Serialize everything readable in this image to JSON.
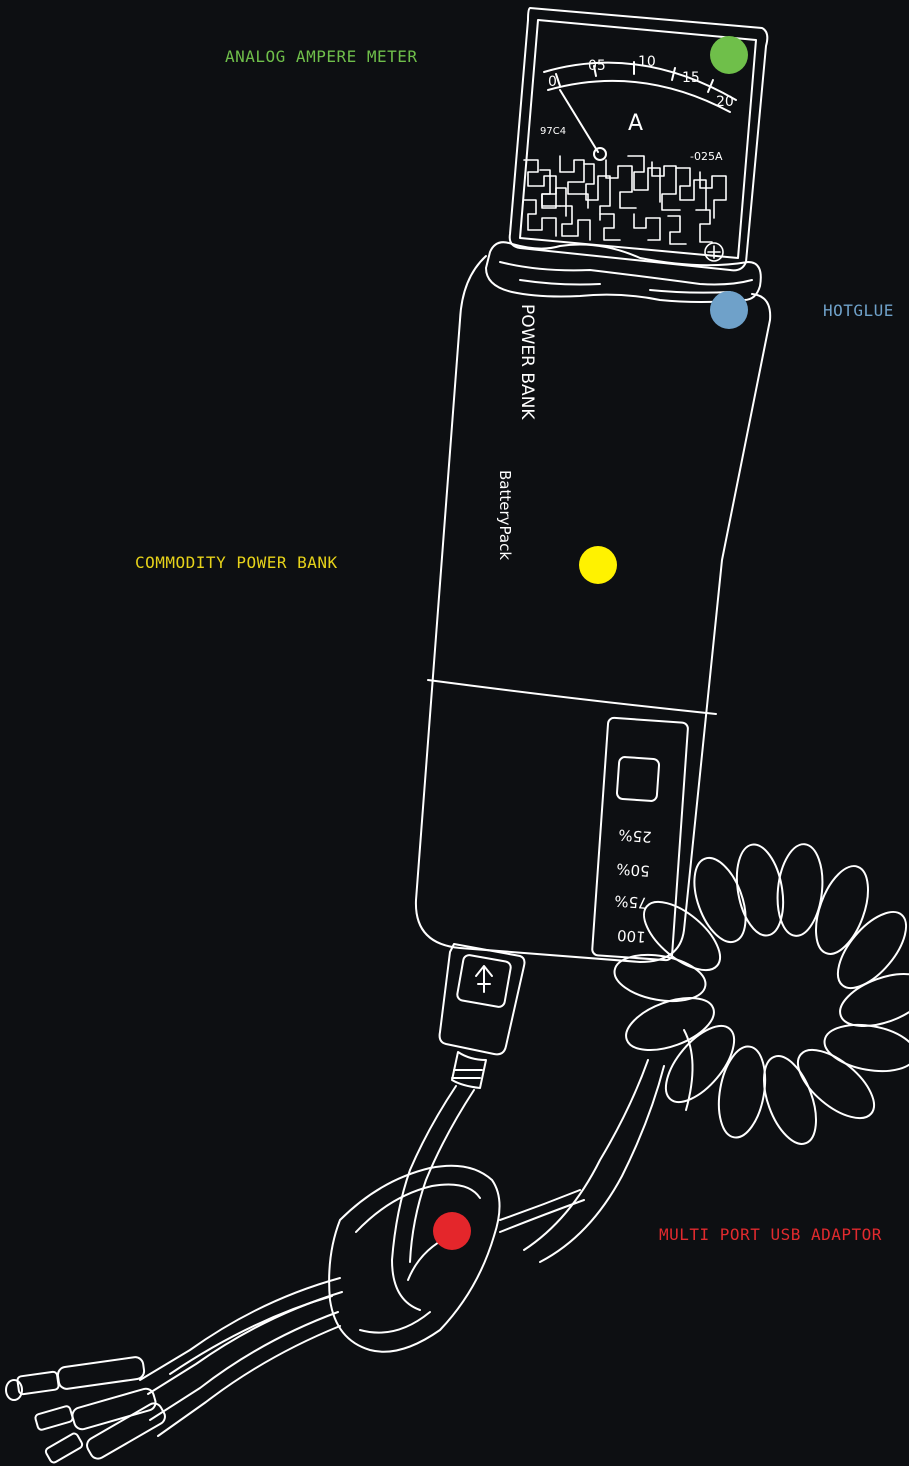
{
  "labels": {
    "meter": "ANALOG AMPERE METER",
    "hotglue": "HOTGLUE",
    "power_bank": "COMMODITY POWER BANK",
    "usb_adaptor": "MULTI PORT USB ADAPTOR"
  },
  "colors": {
    "background": "#0d0f12",
    "meter": "#6fbf4a",
    "hotglue": "#6fa1c9",
    "power_bank": "#fff200",
    "usb_adaptor": "#e4262b",
    "line": "#ffffff"
  },
  "meter_face": {
    "scale": [
      "0",
      "05",
      "10",
      "15",
      "20"
    ],
    "unit": "A",
    "left_mark": "97C4",
    "right_mark": "-025A"
  },
  "bank_text": {
    "brand": "POWER BANK",
    "sub": "BatteryPack"
  },
  "charge_levels": [
    "25%",
    "50%",
    "75%",
    "100"
  ]
}
